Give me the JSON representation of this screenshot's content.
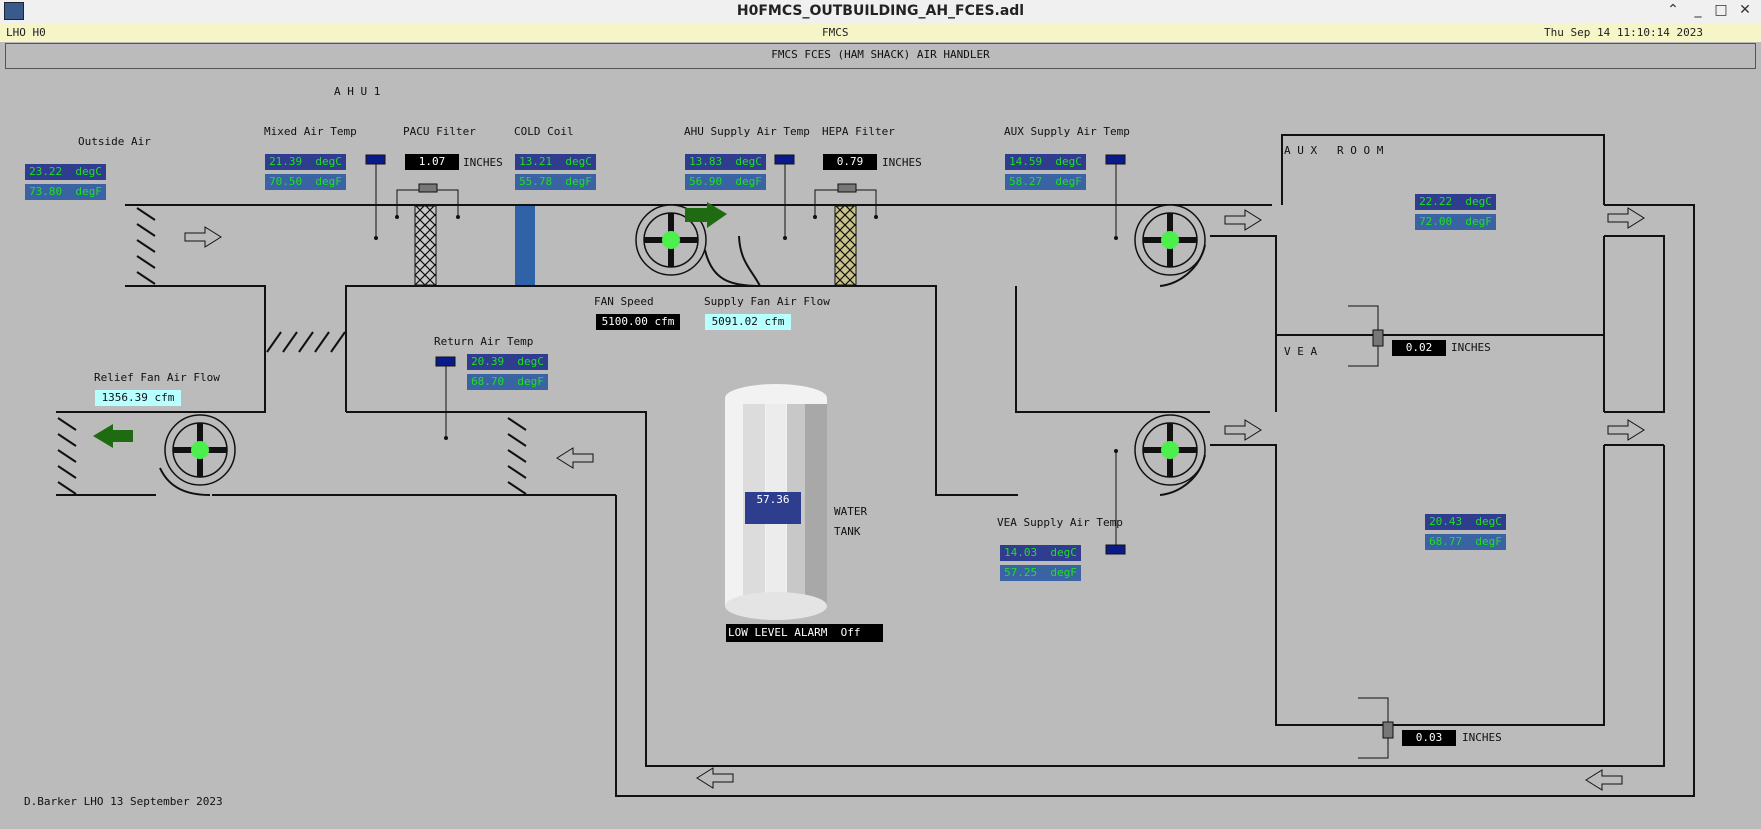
{
  "window": {
    "title": "H0FMCS_OUTBUILDING_AH_FCES.adl"
  },
  "header": {
    "left": "LHO H0",
    "center": "FMCS",
    "datetime": "Thu Sep 14 11:10:14 2023"
  },
  "banner": "FMCS FCES (HAM SHACK) AIR HANDLER",
  "labels": {
    "ahu": "A H U 1",
    "outside_air": "Outside Air",
    "mixed_air": "Mixed Air Temp",
    "pacu_filter": "PACU Filter",
    "cold_coil": "COLD Coil",
    "ahu_supply": "AHU Supply Air Temp",
    "hepa_filter": "HEPA Filter",
    "aux_supply": "AUX Supply Air Temp",
    "aux_room": "A U X   R O O M",
    "vea": "V E A",
    "fan_speed": "FAN Speed",
    "supply_fan_flow": "Supply Fan Air Flow",
    "return_air": "Return Air Temp",
    "relief_fan_flow": "Relief Fan Air Flow",
    "water": "WATER",
    "tank": "TANK",
    "vea_supply": "VEA Supply Air Temp",
    "footer": "D.Barker LHO 13 September 2023",
    "inches": "INCHES"
  },
  "readings": {
    "outside_c": "23.22  degC",
    "outside_f": "73.80  degF",
    "mixed_c": "21.39  degC",
    "mixed_f": "70.50  degF",
    "pacu_filter": "1.07",
    "coil_c": "13.21  degC",
    "coil_f": "55.78  degF",
    "ahu_supply_c": "13.83  degC",
    "ahu_supply_f": "56.90  degF",
    "hepa_filter": "0.79",
    "aux_supply_c": "14.59  degC",
    "aux_supply_f": "58.27  degF",
    "aux_room_c": "22.22  degC",
    "aux_room_f": "72.00  degF",
    "vea_dp": "0.02",
    "fan_speed": "5100.00 cfm",
    "supply_fan_flow": "5091.02 cfm",
    "return_c": "20.39  degC",
    "return_f": "68.70  degF",
    "relief_fan_flow": "1356.39 cfm",
    "tank_level": "57.36",
    "low_level_alarm": "LOW LEVEL ALARM  Off",
    "vea_supply_c": "14.03  degC",
    "vea_supply_f": "57.25  degF",
    "vea_c": "20.43  degC",
    "vea_f": "68.77  degF",
    "vea_lower_dp": "0.03"
  },
  "colors": {
    "background": "#bbbbbb",
    "fan_hub": "#4cf04c",
    "arrow_green": "#1f6b12",
    "temp_box": "#2f3d8e",
    "flow_box": "#b8ffff"
  }
}
